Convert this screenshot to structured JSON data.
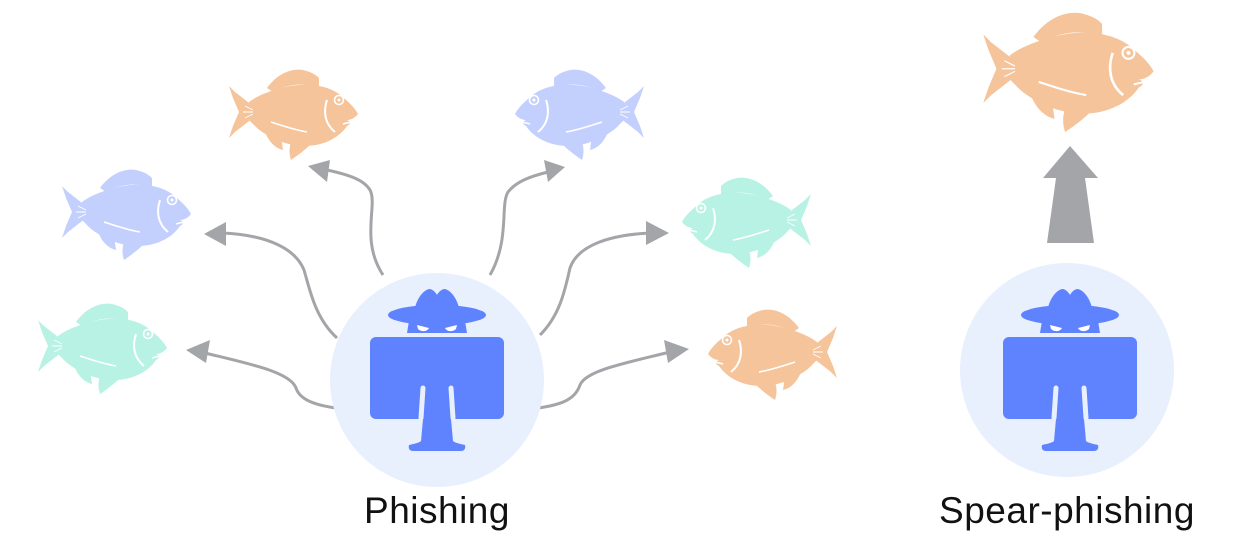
{
  "diagram": {
    "colors": {
      "background": "#ffffff",
      "circle_fill": "#e8f0fe",
      "hacker_fill": "#5f82ff",
      "arrow_gray": "#a3a5a8",
      "fish_orange": "#f5c49a",
      "fish_blue": "#c3d0fd",
      "fish_teal": "#b7f2e4",
      "label_text": "#111111"
    },
    "phishing": {
      "label": "Phishing",
      "icon": "hacker-at-computer-icon",
      "targets": [
        {
          "color": "orange",
          "direction": "up-left"
        },
        {
          "color": "blue",
          "direction": "up-right"
        },
        {
          "color": "blue",
          "direction": "left"
        },
        {
          "color": "teal",
          "direction": "right"
        },
        {
          "color": "teal",
          "direction": "lower-left"
        },
        {
          "color": "orange",
          "direction": "lower-right"
        }
      ]
    },
    "spear_phishing": {
      "label": "Spear-phishing",
      "icon": "hacker-at-computer-icon",
      "target": {
        "color": "orange",
        "direction": "up"
      }
    }
  }
}
